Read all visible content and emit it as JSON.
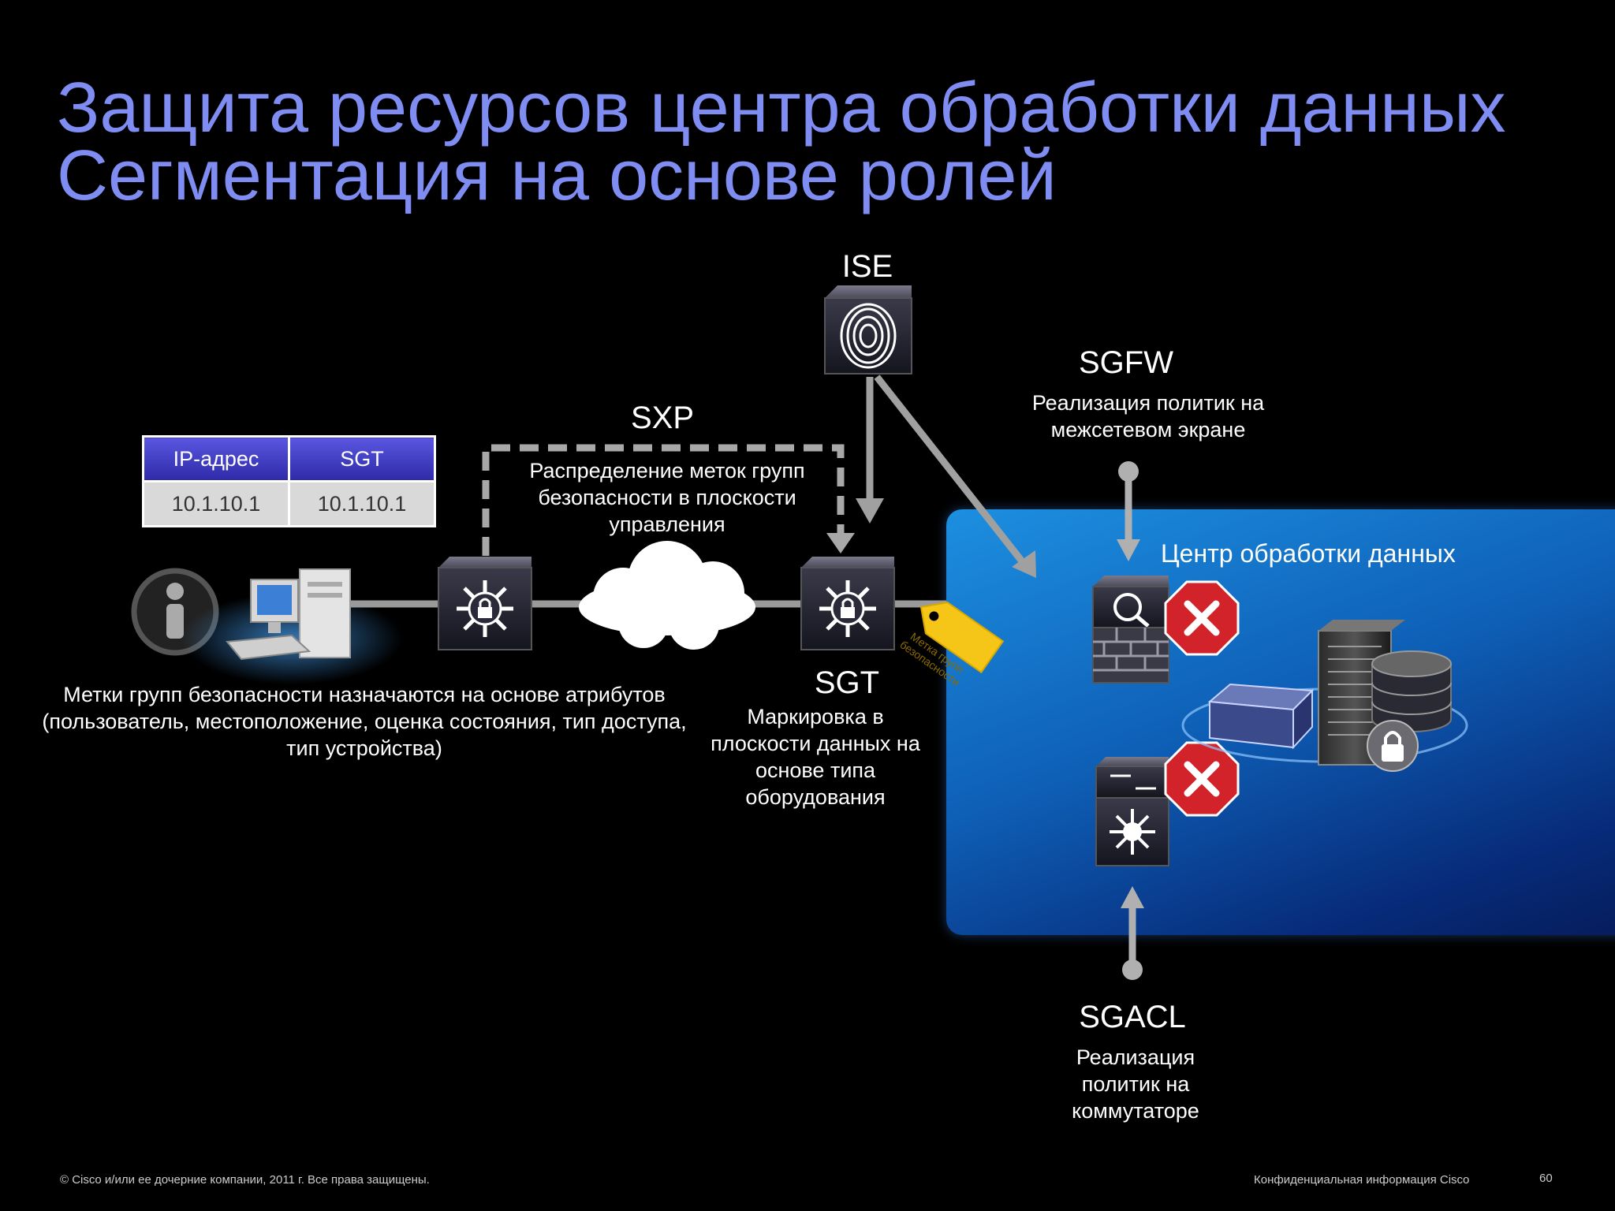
{
  "title": {
    "line1": "Защита ресурсов центра обработки данных",
    "line2": "Сегментация на основе ролей"
  },
  "ise": {
    "label": "ISE"
  },
  "sxp": {
    "label": "SXP",
    "description": "Распределение меток групп безопасности в плоскости управления"
  },
  "sgfw": {
    "label": "SGFW",
    "description": "Реализация политик на межсетевом экране"
  },
  "data_center": {
    "title": "Центр обработки данных"
  },
  "ip_table": {
    "headers": [
      "IP-адрес",
      "SGT"
    ],
    "row": [
      "10.1.10.1",
      "10.1.10.1"
    ]
  },
  "endpoint": {
    "description": "Метки групп безопасности назначаются на основе атрибутов (пользователь, местоположение, оценка состояния, тип доступа, тип устройства)"
  },
  "sgt": {
    "label": "SGT",
    "description": "Маркировка в плоскости данных на основе типа оборудования"
  },
  "tag": {
    "text": "Метка групп безопасности"
  },
  "sgacl": {
    "label": "SGACL",
    "description": "Реализация политик на коммутаторе"
  },
  "footer": {
    "copyright": "© Cisco и/или ее дочерние компании, 2011 г. Все права защищены.",
    "confidential": "Конфиденциальная информация Cisco",
    "page_number": "60"
  },
  "colors": {
    "title": "#7f8cf2",
    "connector": "#9a9a9a",
    "deny": "#d2232a",
    "tag": "#f5c518",
    "table_header": "#3d39c2"
  },
  "icons": [
    "info-icon",
    "desktop-computer-icon",
    "fingerprint-icon",
    "switch-icon",
    "cloud-icon",
    "tag-icon",
    "firewall-icon",
    "deny-icon",
    "server-icon",
    "database-icon",
    "lock-icon"
  ]
}
